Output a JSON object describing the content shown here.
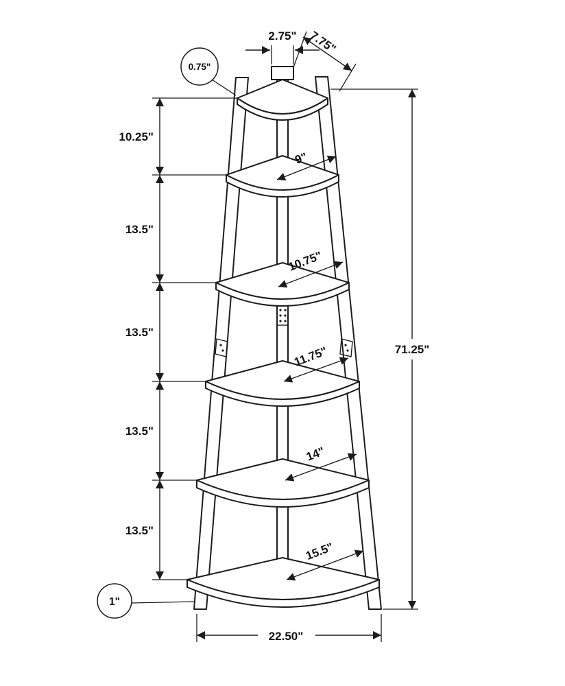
{
  "diagram": {
    "annotations": {
      "top_width": "2.75\"",
      "top_depth": "7.75\"",
      "frame_thickness": "0.75\"",
      "top_shelf_spacing": "10.25\"",
      "shelf_spacing_2": "13.5\"",
      "shelf_spacing_3": "13.5\"",
      "shelf_spacing_4": "13.5\"",
      "shelf_spacing_5": "13.5\"",
      "shelf_depth_1": "9\"",
      "shelf_depth_2": "10.75\"",
      "shelf_depth_3": "11.75\"",
      "shelf_depth_4": "14\"",
      "shelf_depth_5": "15.5\"",
      "overall_height": "71.25\"",
      "base_width": "22.50\"",
      "leg_thickness": "1\""
    }
  }
}
